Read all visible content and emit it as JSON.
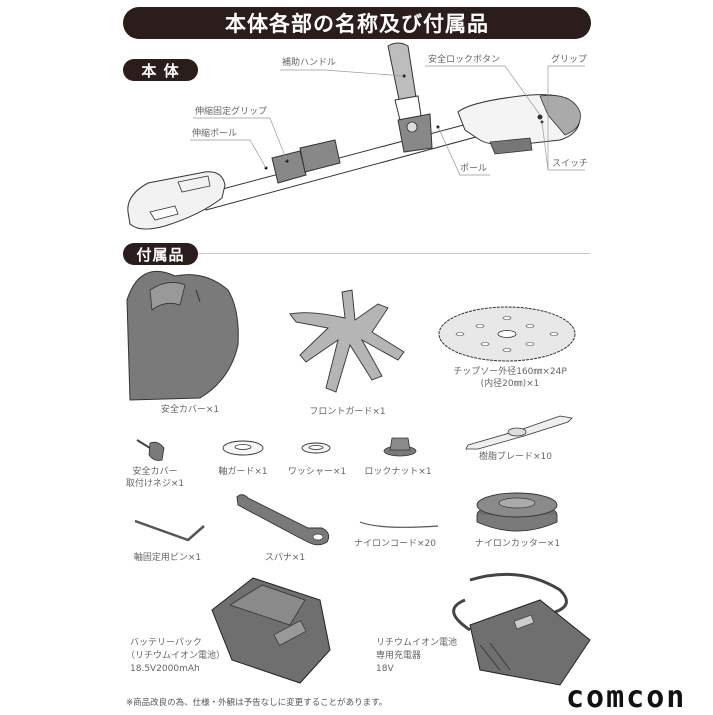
{
  "title": "本体各部の名称及び付属品",
  "sections": {
    "body": {
      "label": "本 体",
      "parts": [
        {
          "id": "aux_handle",
          "label": "補助ハンドル"
        },
        {
          "id": "safety_lock",
          "label": "安全ロックボタン"
        },
        {
          "id": "grip",
          "label": "グリップ"
        },
        {
          "id": "telescopic_lock",
          "label": "伸縮固定グリップ"
        },
        {
          "id": "telescopic_pole",
          "label": "伸縮ポール"
        },
        {
          "id": "pole",
          "label": "ポール"
        },
        {
          "id": "switch",
          "label": "スイッチ"
        }
      ]
    },
    "accessories": {
      "label": "付属品",
      "items": [
        {
          "id": "safety_cover",
          "label": "安全カバー×1"
        },
        {
          "id": "front_guard",
          "label": "フロントガード×1"
        },
        {
          "id": "tip_saw",
          "label_line1": "チップソー外径160㎜×24P",
          "label_line2": "(内径20㎜)×1"
        },
        {
          "id": "cover_screw",
          "label_line1": "安全カバー",
          "label_line2": "取付けネジ×1"
        },
        {
          "id": "shaft_guard",
          "label": "軸ガード×1"
        },
        {
          "id": "washer",
          "label": "ワッシャー×1"
        },
        {
          "id": "lock_nut",
          "label": "ロックナット×1"
        },
        {
          "id": "resin_blade",
          "label": "樹脂ブレード×10"
        },
        {
          "id": "shaft_pin",
          "label": "軸固定用ピン×1"
        },
        {
          "id": "spanner",
          "label": "スパナ×1"
        },
        {
          "id": "nylon_cord",
          "label": "ナイロンコード×20"
        },
        {
          "id": "nylon_cutter",
          "label": "ナイロンカッター×1"
        },
        {
          "id": "battery",
          "label_line1": "バッテリーパック",
          "label_line2": "（リチウムイオン電池）",
          "label_line3": "18.5V2000mAh"
        },
        {
          "id": "charger",
          "label_line1": "リチウムイオン電池",
          "label_line2": "専用充電器",
          "label_line3": "18V"
        }
      ]
    }
  },
  "footer": {
    "note": "※商品改良の為、仕様・外観は予告なしに変更することがあります。",
    "brand": "comcon"
  },
  "colors": {
    "header_bg": "#2a1d1b",
    "part_gray": "#8a8a8a",
    "part_light": "#e6e6e6",
    "outline": "#333333"
  }
}
